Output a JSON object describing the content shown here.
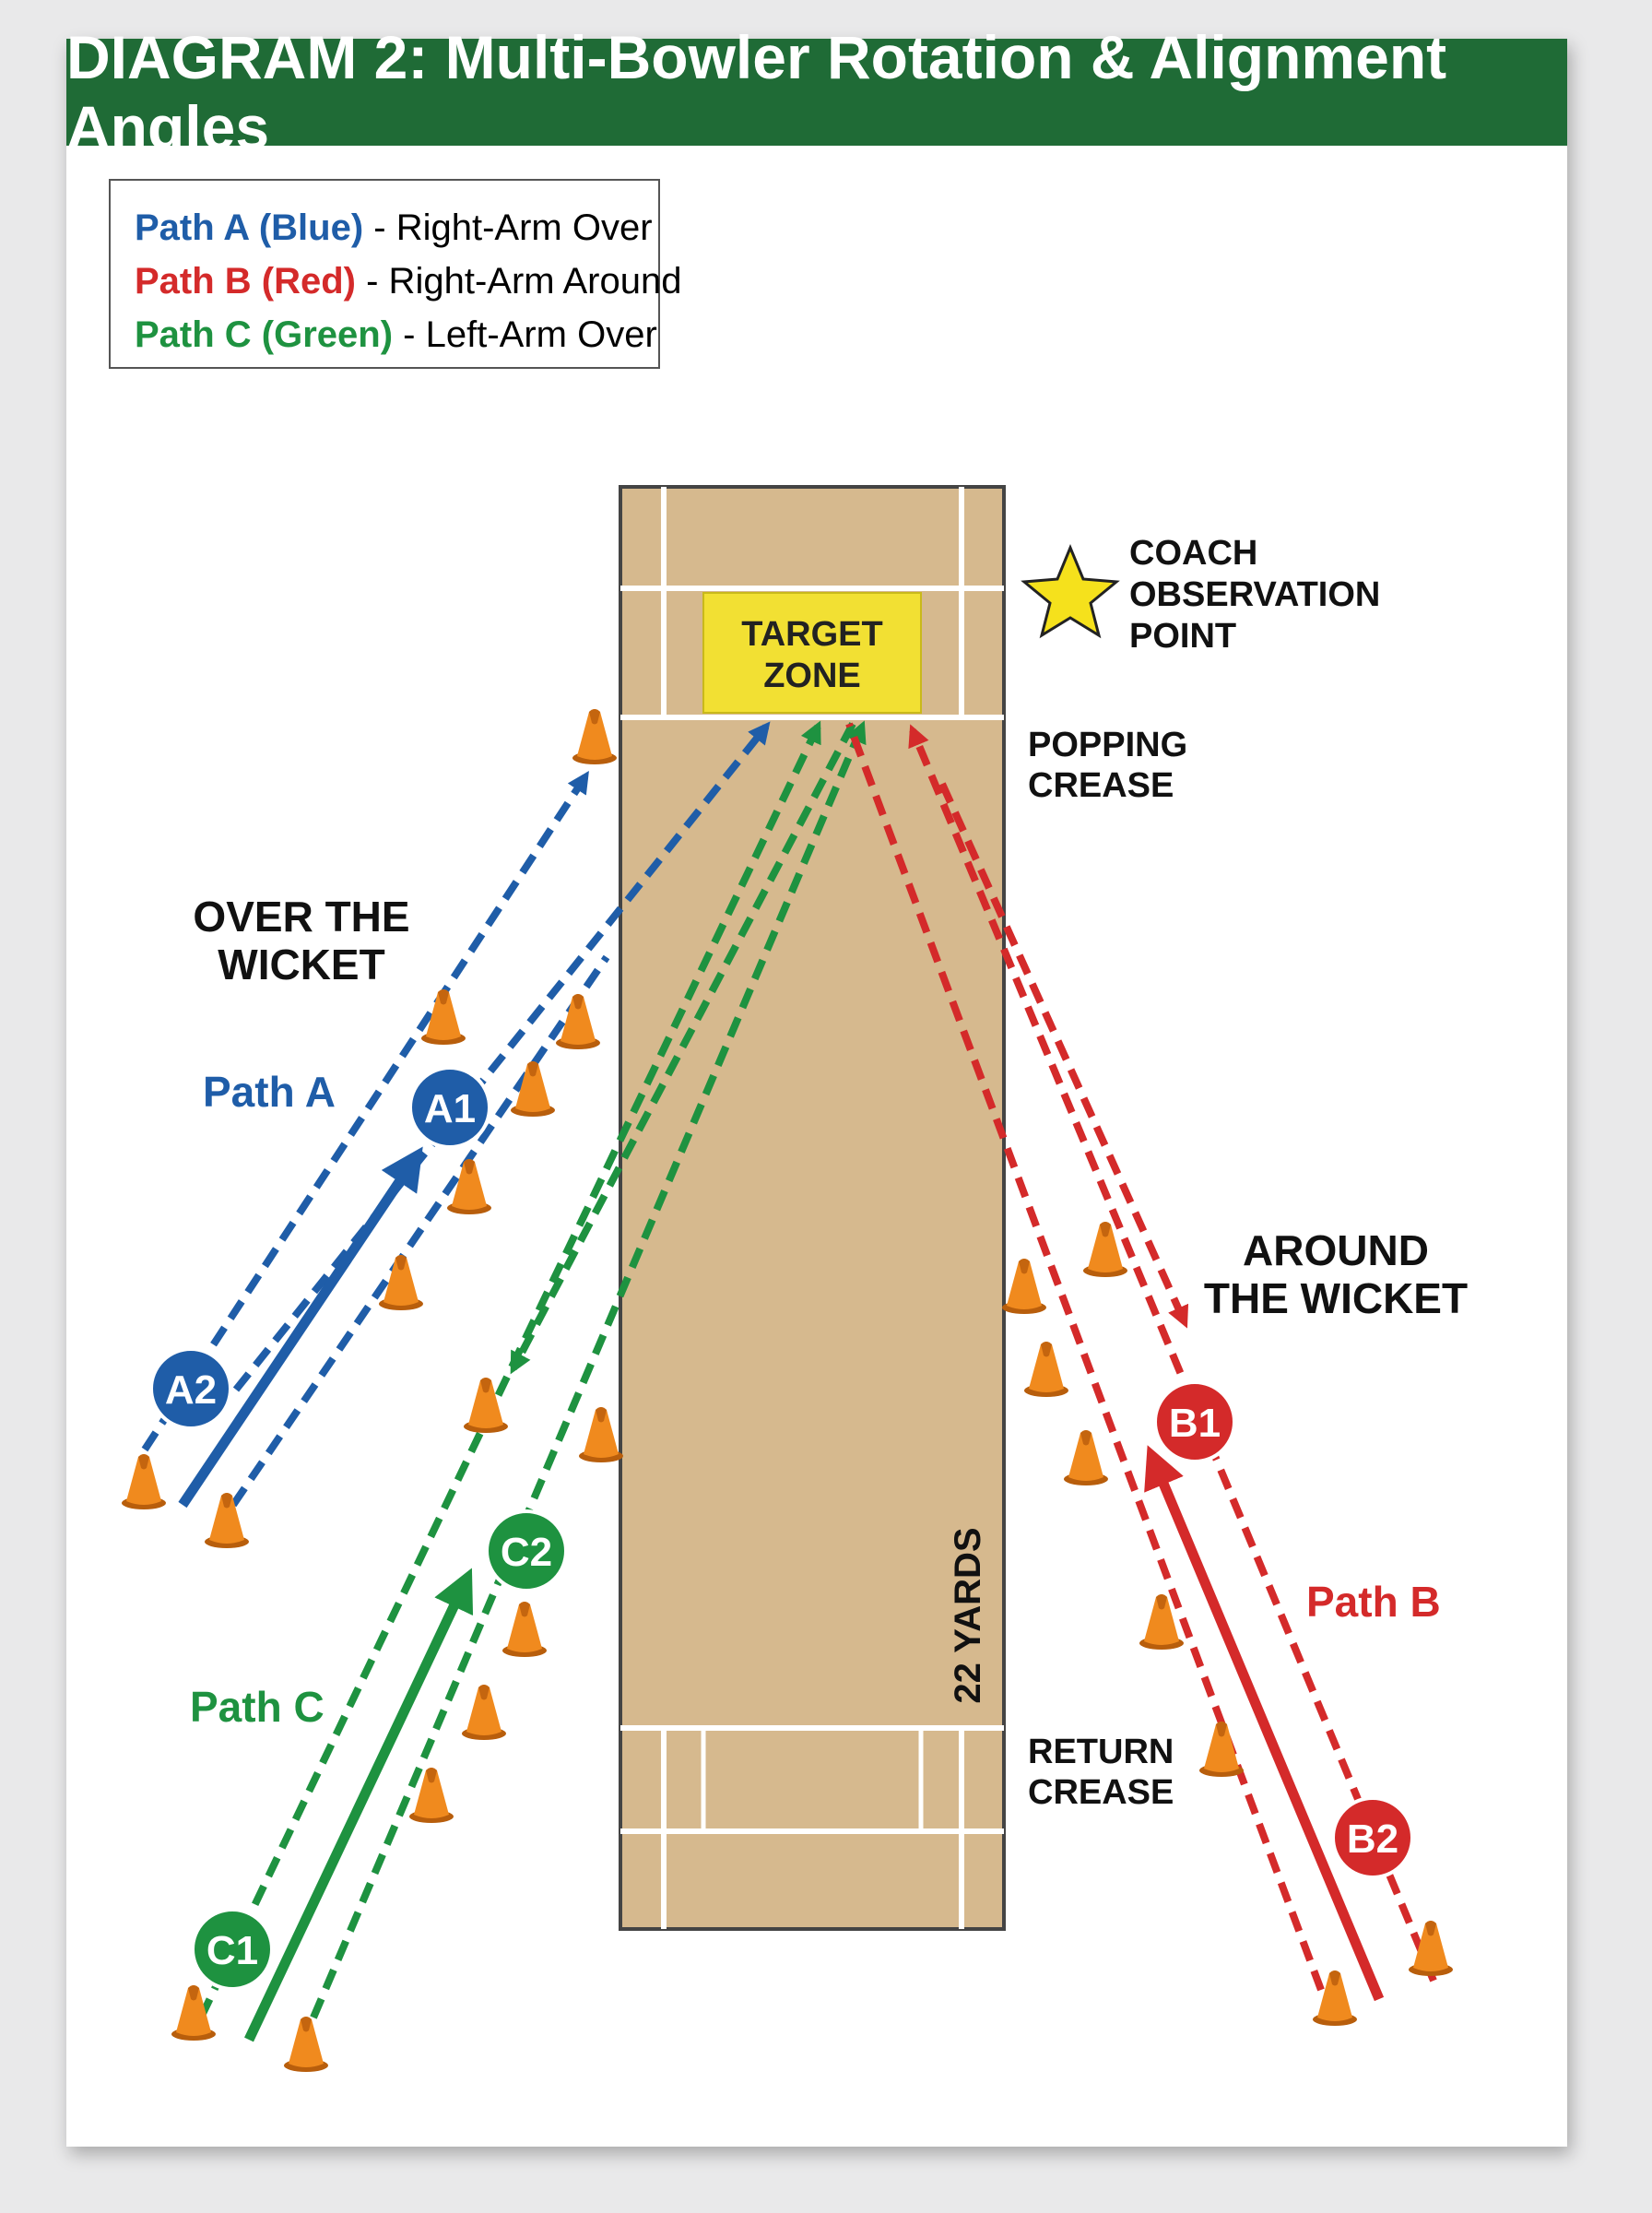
{
  "title": "DIAGRAM 2: Multi-Bowler Rotation & Alignment Angles",
  "legend": [
    {
      "key": "Path A (Blue)",
      "desc": "- Right-Arm Over",
      "color": "#1f5da8"
    },
    {
      "key": "Path B (Red)",
      "desc": "- Right-Arm Around",
      "color": "#d42a2a"
    },
    {
      "key": "Path C (Green)",
      "desc": "- Left-Arm Over",
      "color": "#1e9240"
    }
  ],
  "labels": {
    "target_line1": "TARGET",
    "target_line2": "ZONE",
    "coach_line1": "COACH",
    "coach_line2": "OBSERVATION",
    "coach_line3": "POINT",
    "popping_line1": "POPPING",
    "popping_line2": "CREASE",
    "return_line1": "RETURN",
    "return_line2": "CREASE",
    "over_line1": "OVER THE",
    "over_line2": "WICKET",
    "around_line1": "AROUND",
    "around_line2": "THE WICKET",
    "yards": "22 YARDS",
    "path_a": "Path A",
    "path_b": "Path B",
    "path_c": "Path C"
  },
  "bowlers": {
    "a1": "A1",
    "a2": "A2",
    "b1": "B1",
    "b2": "B2",
    "c1": "C1",
    "c2": "C2"
  },
  "colors": {
    "title_bar": "#1f6b36",
    "blue": "#1f5da8",
    "red": "#d42a2a",
    "green": "#1e9240",
    "pitch": "#d6b98e",
    "target": "#f2e033",
    "star": "#f5e11c",
    "cone": "#f08a1e"
  },
  "icons": [
    "cone-icon",
    "star-icon",
    "arrow-icon"
  ]
}
